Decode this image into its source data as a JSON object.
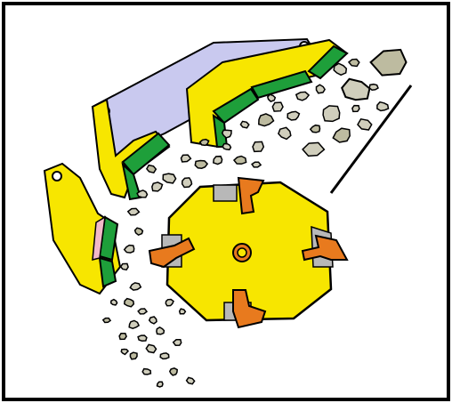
{
  "diagram": {
    "subject": "impact-crusher-cross-section",
    "colors": {
      "background": "#ffffff",
      "frame_border": "#000000",
      "rotor": "#f7e600",
      "liner_yellow": "#f7e600",
      "liner_green": "#1e9f3a",
      "arm": "#c9c9ef",
      "blow_bar": "#e87a1e",
      "holder_gray": "#b8b8b8",
      "rock_fill": "#c8c6b0",
      "outline": "#000000"
    },
    "components": {
      "rotor_sides": 8,
      "blow_bar_count": 4,
      "primary_apron": "upper-breaker-plate",
      "secondary_apron": "lower-breaker-plate",
      "feed_chute": "right-inclined-line"
    }
  }
}
